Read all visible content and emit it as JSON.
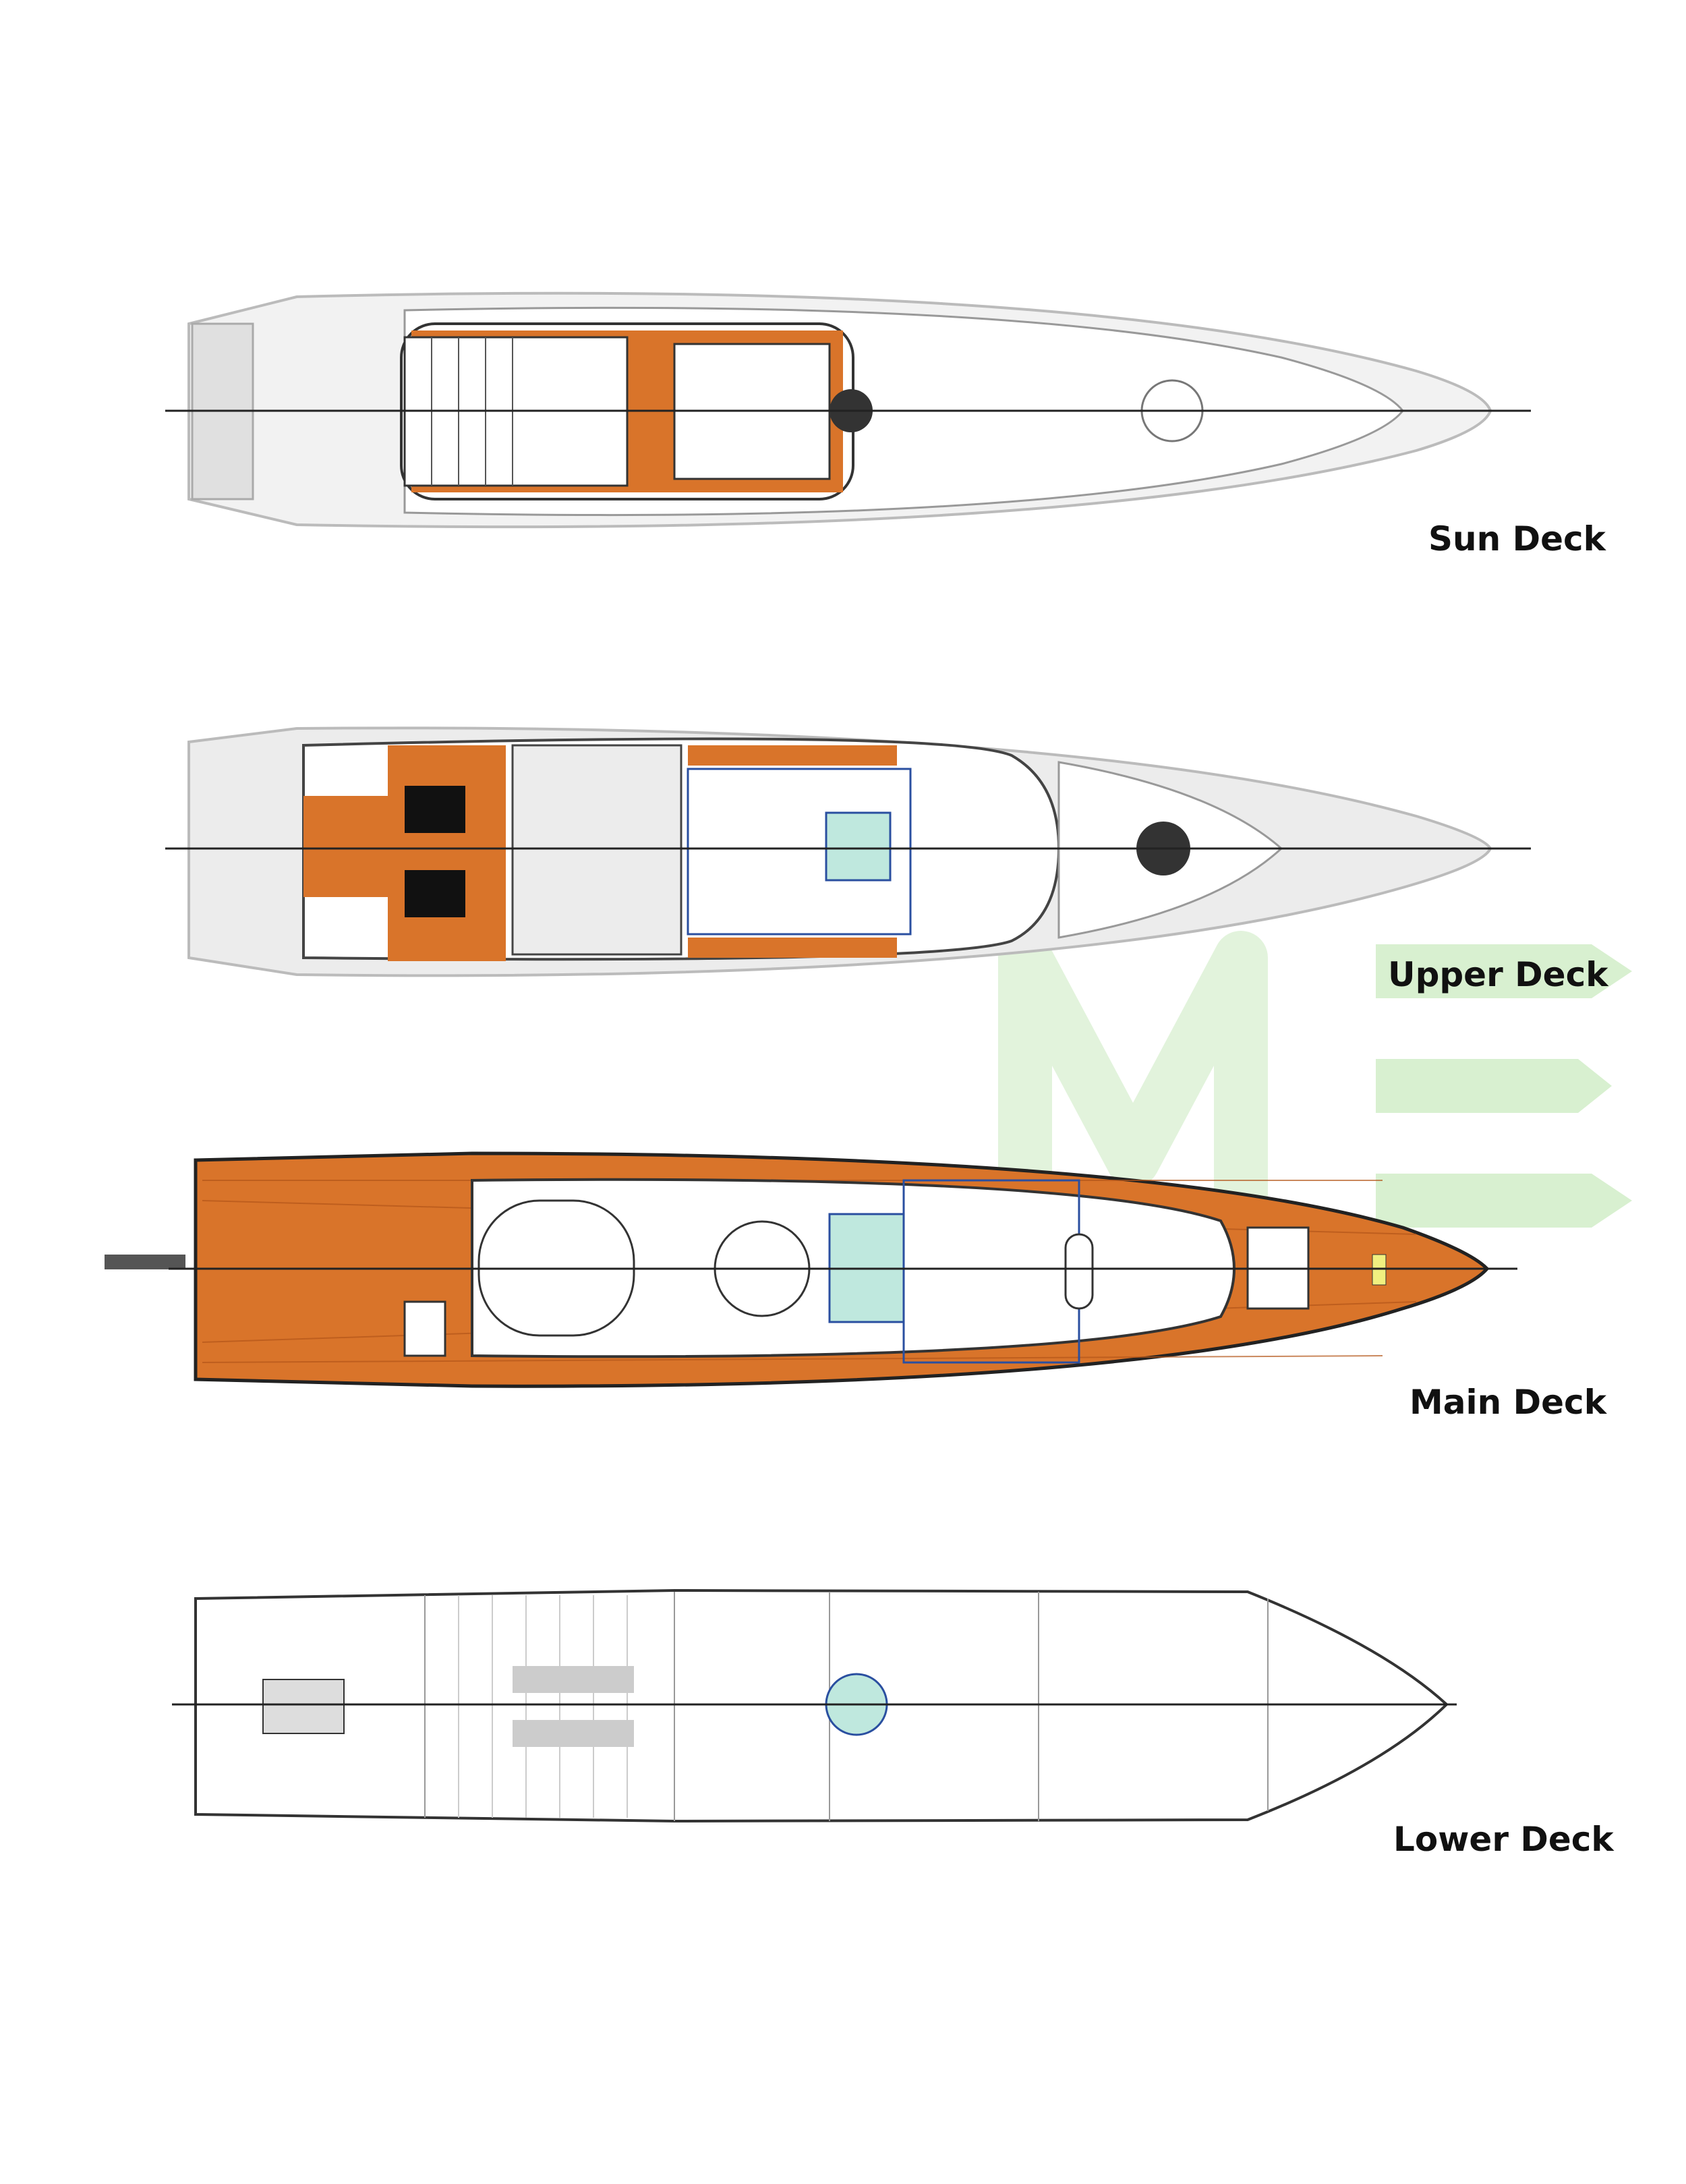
{
  "decks": [
    {
      "name": "Sun Deck"
    },
    {
      "name": "Upper Deck"
    },
    {
      "name": "Main Deck"
    },
    {
      "name": "Lower Deck"
    }
  ],
  "watermark": "ME",
  "colors": {
    "teak": "#d9742a",
    "teak_line": "#b4561a",
    "hull_grey": "#e4e4e4",
    "line": "#222222",
    "watermark": "#d8f0d0",
    "glass": "#bfe8de"
  }
}
